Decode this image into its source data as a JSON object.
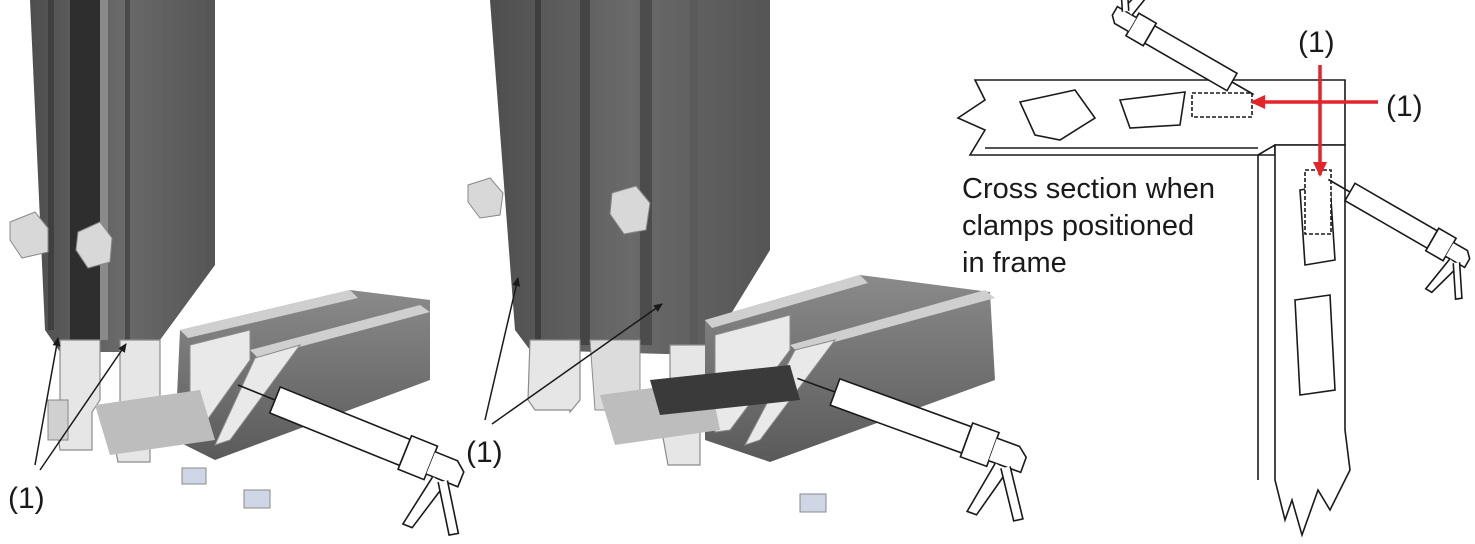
{
  "figure": {
    "left_panel": {
      "callout": "(1)"
    },
    "middle_panel": {
      "callout": "(1)"
    },
    "right_panel": {
      "callout_top": "(1)",
      "callout_right": "(1)",
      "caption_lines": [
        "Cross section when",
        "clamps positioned",
        "in frame"
      ]
    }
  },
  "colors": {
    "profile_dark": "#5f5f5f",
    "profile_mid": "#777777",
    "profile_light": "#d9d9d9",
    "arrow_red": "#e2252b",
    "ink": "#1a1a1a"
  },
  "icons": [
    "sealant-gun-icon",
    "corner-clamp-icon"
  ]
}
